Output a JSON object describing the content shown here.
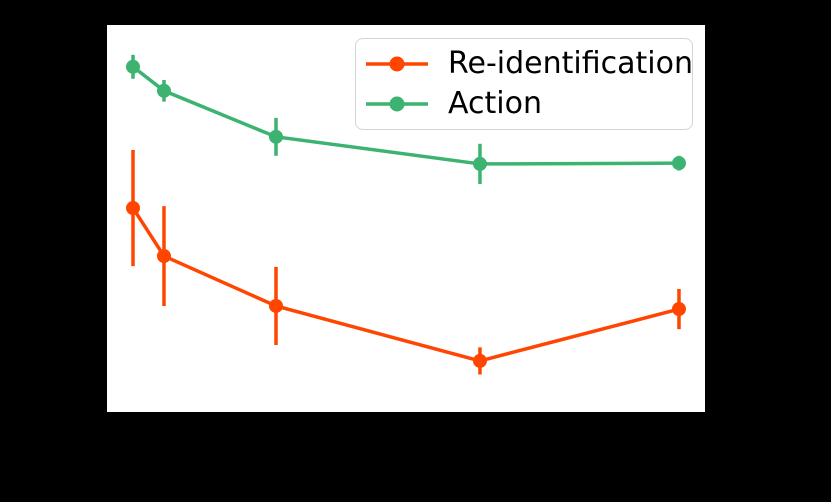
{
  "chart_data": {
    "type": "line",
    "title": "",
    "xlabel": "",
    "ylabel": "",
    "axis_tick_labels_visible": false,
    "note": "Axis tick labels, axis titles and figure title are not visible in the screenshot (figure background is black/transparent so black text is invisible). Coordinates below are estimated as fractions of the white plot area: x 0=left edge, 1=right edge; y 0=bottom edge, 1=top edge. Each point has a symmetric vertical error bar of half-length yerr_frac.",
    "legend_position": "upper right",
    "marker": "circle",
    "error_bars": true,
    "grid": false,
    "plot_background": "#ffffff",
    "figure_background": "#000000",
    "series": [
      {
        "name": "Re-identification",
        "color": "#FF4500",
        "x_frac": [
          0.0435,
          0.0953,
          0.2826,
          0.6237,
          0.9565
        ],
        "y_frac": [
          0.527,
          0.403,
          0.274,
          0.132,
          0.266
        ],
        "yerr_frac": [
          0.15,
          0.129,
          0.101,
          0.035,
          0.052
        ]
      },
      {
        "name": "Action",
        "color": "#3CB371",
        "x_frac": [
          0.0435,
          0.0953,
          0.2826,
          0.6237,
          0.9565
        ],
        "y_frac": [
          0.892,
          0.83,
          0.711,
          0.641,
          0.643
        ],
        "yerr_frac": [
          0.031,
          0.028,
          0.049,
          0.052,
          0.019
        ]
      }
    ],
    "style": {
      "line_width": 3.5,
      "marker_radius": 7,
      "legend_border_color": "#d4d4d4",
      "legend_background": "#ffffff",
      "legend_text_color": "#000000"
    }
  }
}
